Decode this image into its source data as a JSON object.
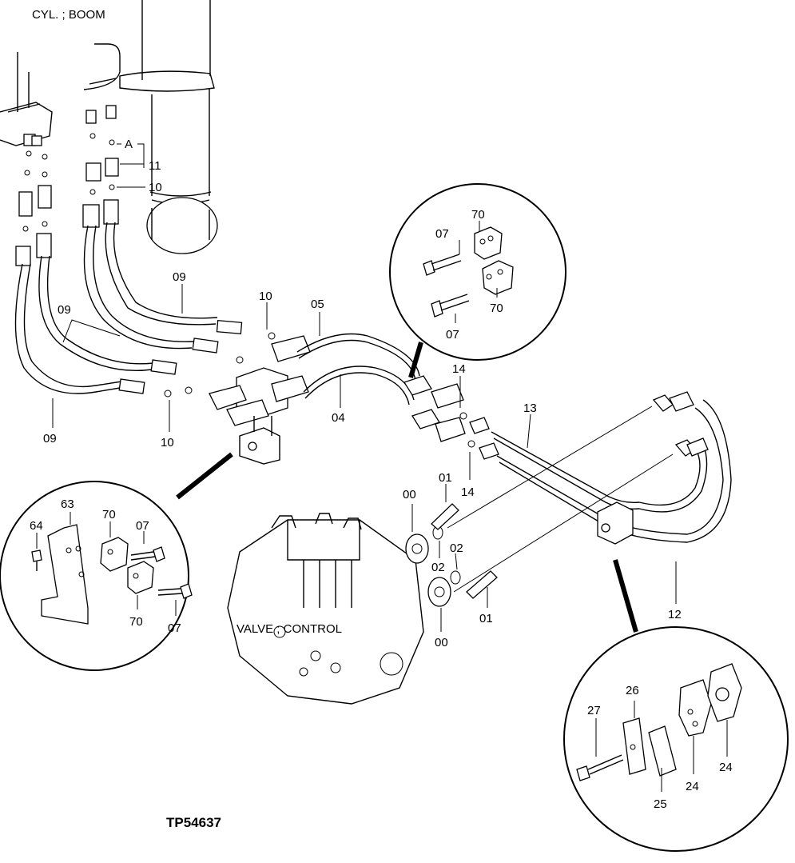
{
  "header": {
    "title": "CYL. ; BOOM"
  },
  "footer": {
    "code": "TP54637"
  },
  "main": {
    "valve_label": "VALVE ; CONTROL"
  },
  "callouts": {
    "a": "A",
    "c11": "11",
    "c10a": "10",
    "c09a": "09",
    "c10b": "10",
    "c05": "05",
    "c09b": "09",
    "c09c": "09",
    "c10c": "10",
    "c04": "04",
    "c14a": "14",
    "c13": "13",
    "c14b": "14",
    "c01a": "01",
    "c00a": "00",
    "c02a": "02",
    "c02b": "02",
    "c01b": "01",
    "c00b": "00",
    "c12": "12"
  },
  "detail_clamp": {
    "c07a": "07",
    "c70a": "70",
    "c70b": "70",
    "c07b": "07"
  },
  "detail_bracket": {
    "c63": "63",
    "c70a": "70",
    "c64": "64",
    "c07a": "07",
    "c70b": "70",
    "c07b": "07"
  },
  "detail_pipe_clamp": {
    "c26": "26",
    "c27": "27",
    "c24a": "24",
    "c24b": "24",
    "c25": "25"
  }
}
